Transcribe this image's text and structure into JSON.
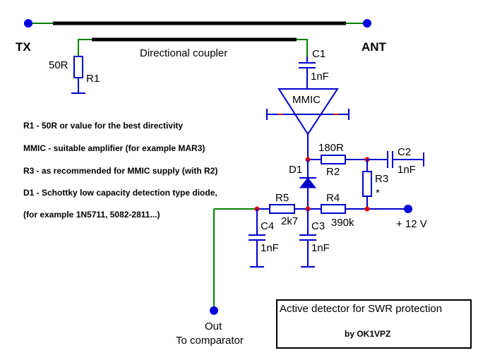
{
  "ports": {
    "tx": "TX",
    "ant": "ANT",
    "out": "Out",
    "out_sub": "To comparator",
    "supply": "+ 12 V"
  },
  "coupler_label": "Directional coupler",
  "components": {
    "r1_value": "50R",
    "r1_name": "R1",
    "c1_name": "C1",
    "c1_value": "1nF",
    "mmic": "MMIC",
    "r2_value": "180R",
    "r2_name": "R2",
    "c2_name": "C2",
    "c2_value": "1nF",
    "r3_name": "R3",
    "r3_mark": "*",
    "d1_name": "D1",
    "r5_name": "R5",
    "r5_value": "2k7",
    "r4_name": "R4",
    "r4_value": "390k",
    "c4_name": "C4",
    "c4_value": "1nF",
    "c3_name": "C3",
    "c3_value": "1nF"
  },
  "notes": [
    "R1 - 50R or value for the best directivity",
    "MMIC - suitable amplifier (for example MAR3)",
    "R3 - as recommended for MMIC supply (with R2)",
    "D1 - Schottky low capacity detection type diode,",
    "(for example 1N5711, 5082-2811...)"
  ],
  "title_box": {
    "title": "Active detector for SWR protection",
    "author": "by OK1VPZ"
  },
  "colors": {
    "wire": "#0000cc",
    "coupler_wire": "#008000",
    "junction": "#e00000",
    "terminal": "#0000dd"
  }
}
